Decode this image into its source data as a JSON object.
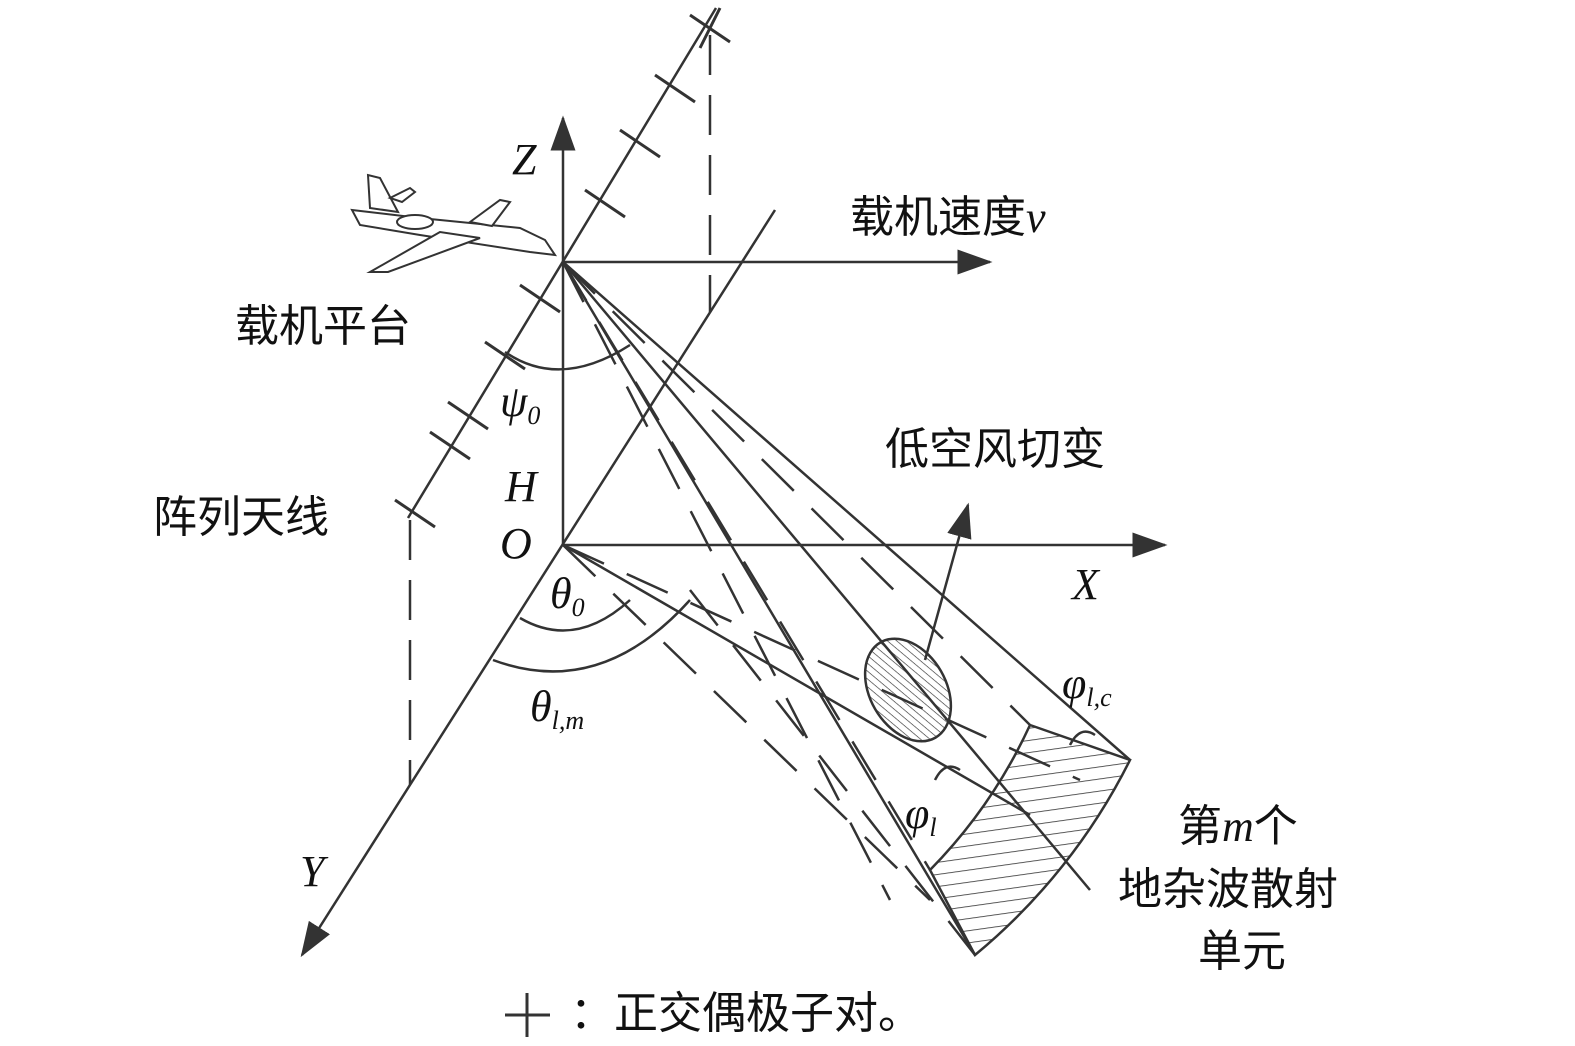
{
  "labels": {
    "z_axis": "Z",
    "x_axis": "X",
    "y_axis": "Y",
    "origin": "O",
    "height": "H",
    "aircraft_velocity": "载机速度",
    "velocity_symbol": "v",
    "platform": "载机平台",
    "array_antenna": "阵列天线",
    "wind_shear": "低空风切变",
    "psi0": "ψ",
    "psi0_sub": "0",
    "theta0": "θ",
    "theta0_sub": "0",
    "theta_lm": "θ",
    "theta_lm_sub": "l,m",
    "phi_l": "φ",
    "phi_l_sub": "l",
    "phi_lc": "φ",
    "phi_lc_sub": "l,c",
    "clutter_cell_line1_pre": "第",
    "clutter_cell_m": "m",
    "clutter_cell_line1_post": "个",
    "clutter_cell_line2": "地杂波散射",
    "clutter_cell_line3": "单元",
    "legend_text": "：正交偶极子对。"
  }
}
